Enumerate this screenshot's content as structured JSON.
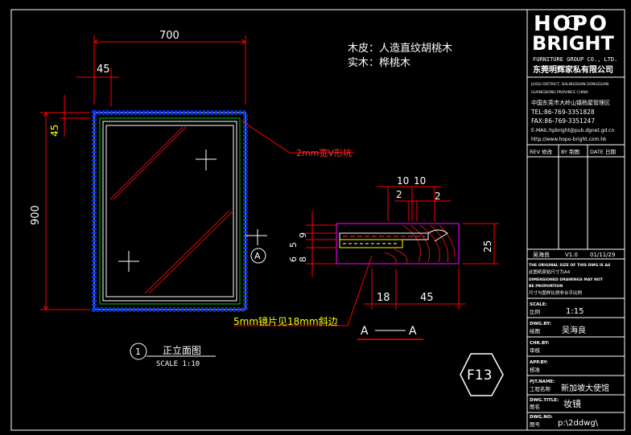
{
  "colors": {
    "background": "#000000",
    "frame": "#ffffff",
    "dim": "#ff0000",
    "dim_text": "#ffffff",
    "mirror_text": "#ffff00",
    "wood_line": "#b000b0",
    "blue": "#0033ff",
    "green": "#00c000",
    "grain": "#cc1111"
  },
  "title_block": {
    "logo_line1": "HOPO",
    "logo_line2": "BRIGHT",
    "company_en": "FURNITURE GROUP CO., LTD.",
    "company_cn": "东莞明辉家私有限公司",
    "addr_en1": "JIUQU DISTRICT, DALINGSHAN DONGGUAN",
    "addr_en2": "GUANGDONG PROVINCE CHINA",
    "addr_cn": "中国东莞市大岭山镇杨屋管理区",
    "tel": "TEL:86-769-3351828",
    "fax": "FAX:86-769-3351247",
    "email": "E-MAIL:hpbright@pub.dgnet.gd.cn",
    "web": "http://www.hopo-bright.com.hk",
    "rev_headers": [
      "REV 修改",
      "BY 制图",
      "DATE 日期"
    ],
    "revision": [
      "吴海良",
      "V1.0",
      "01/11/29"
    ],
    "note1": "THE ORIGINAL SIZE OF THIS DWG IS A4",
    "note1_cn": "此图纸原始尺寸为A4",
    "note2": "DIMENSIONED DRAWINGS MAY NOT",
    "note3": "BE PROPORTION",
    "note3_cn": "尺寸与图样比例非合乎比例",
    "scale_label_en": "SCALE:",
    "scale_label_cn": "比例",
    "scale_value": "1:15",
    "dwg_by_en": "DWG.BY:",
    "dwg_by_cn": "绘图",
    "dwg_by_value": "吴海良",
    "chk_by_en": "CHK.BY:",
    "chk_by_cn": "审核",
    "app_by_en": "APP.BY:",
    "app_by_cn": "核准",
    "project_en": "PJT.NAME:",
    "project_cn": "工程名称",
    "project_value": "新加坡大使馆",
    "title_en": "DWG.TITLE:",
    "title_cn": "图名",
    "title_value": "妆镜",
    "dwg_no_en": "DWG.NO:",
    "dwg_no_cn": "图号",
    "dwg_no_value": "p:\\2ddwg\\"
  },
  "drawing": {
    "material_veneer": "木皮：人造直纹胡桃木",
    "material_solid": "实木：桦桃木",
    "dim_width": "700",
    "dim_frame": "45",
    "dim_frame_v": "45",
    "dim_height": "900",
    "callout_groove": "2mm宽V形坑",
    "callout_mirror": "5mm镜片见18mm斜边",
    "section_marker": "A",
    "detail_dims_top": [
      "10",
      "10"
    ],
    "detail_dims_small": [
      "2",
      "2"
    ],
    "detail_dims_left": [
      "5",
      "9",
      "8",
      "6"
    ],
    "detail_dim_right": "25",
    "detail_dims_bottom": [
      "18",
      "45"
    ],
    "section_label_left": "A",
    "section_label_right": "A",
    "view_number": "1",
    "view_title": "正立面图",
    "view_scale": "SCALE 1:10",
    "sheet_id": "F13"
  }
}
